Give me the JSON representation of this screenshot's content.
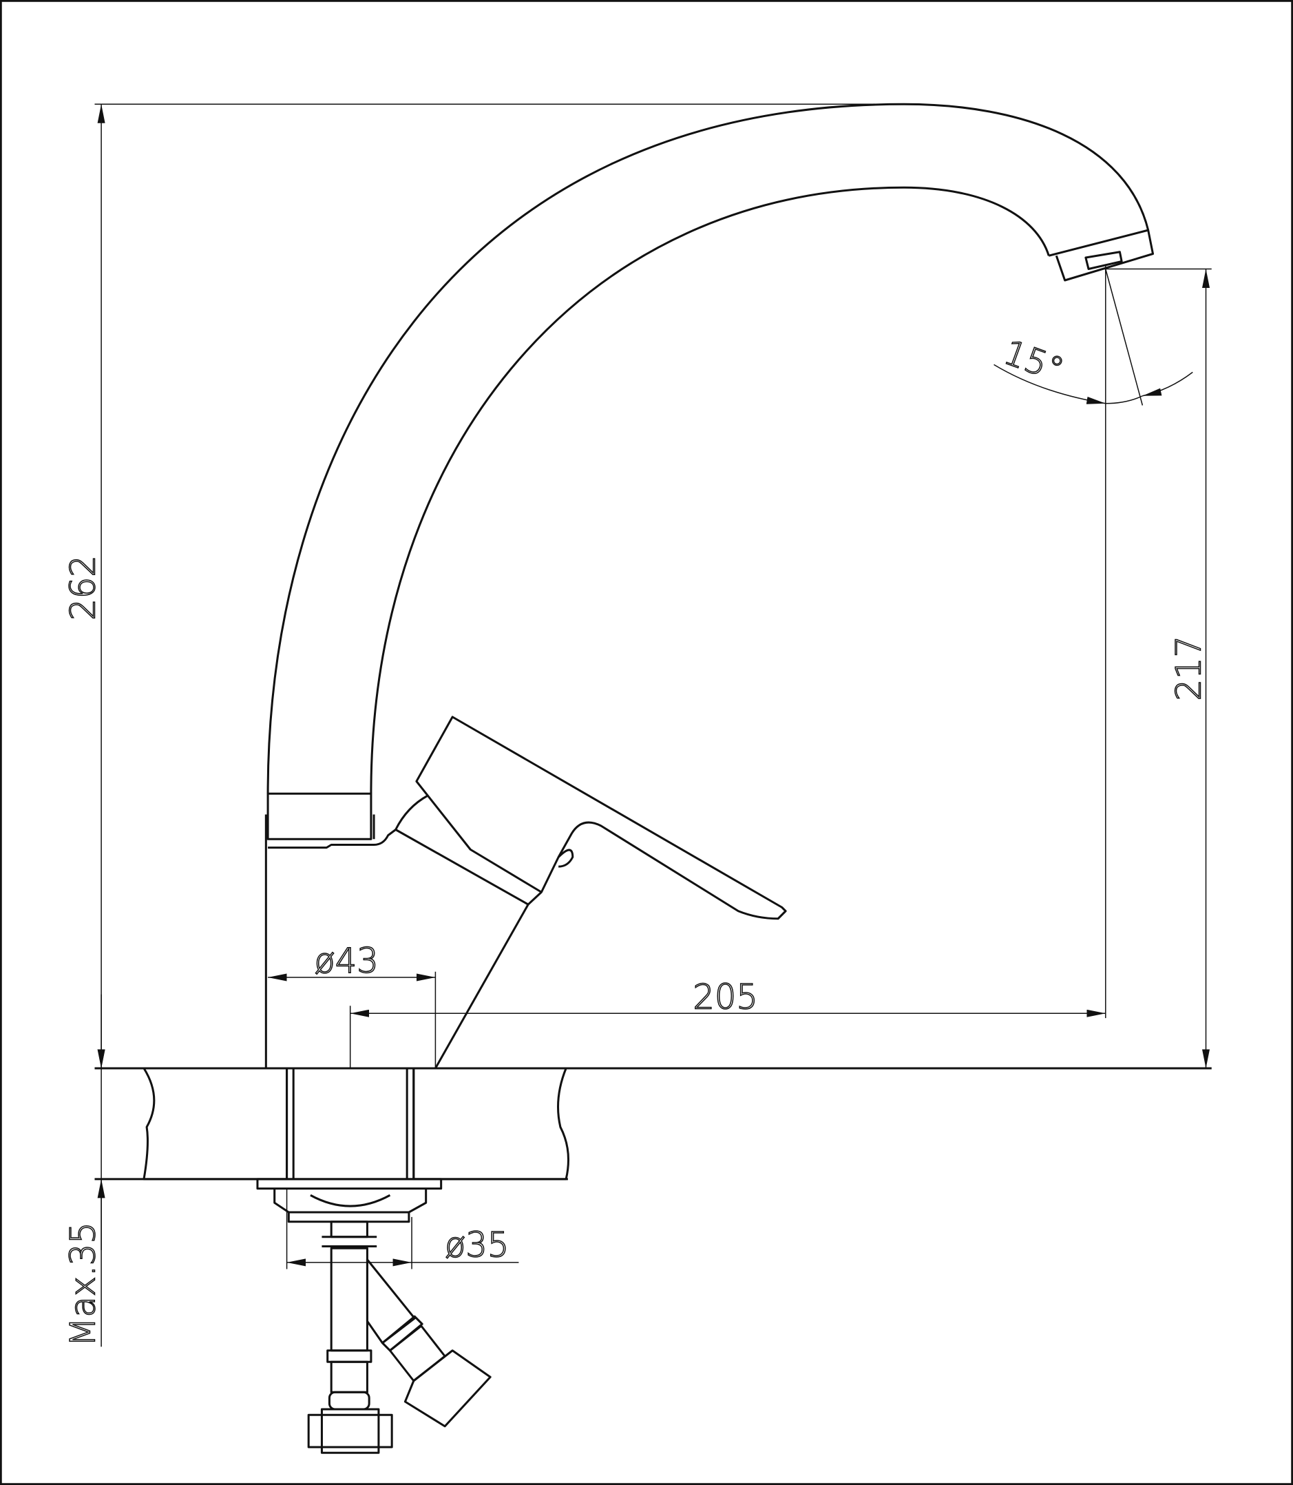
{
  "drawing": {
    "title": "Faucet dimension drawing",
    "dimensions": {
      "total_height": "262",
      "spout_height": "217",
      "spout_reach": "205",
      "body_diameter": "ø43",
      "mount_hole_diameter": "ø35",
      "spout_angle": "15°",
      "max_counter_thickness": "Max.35"
    },
    "colors": {
      "line": "#111111",
      "background": "#ffffff"
    }
  }
}
